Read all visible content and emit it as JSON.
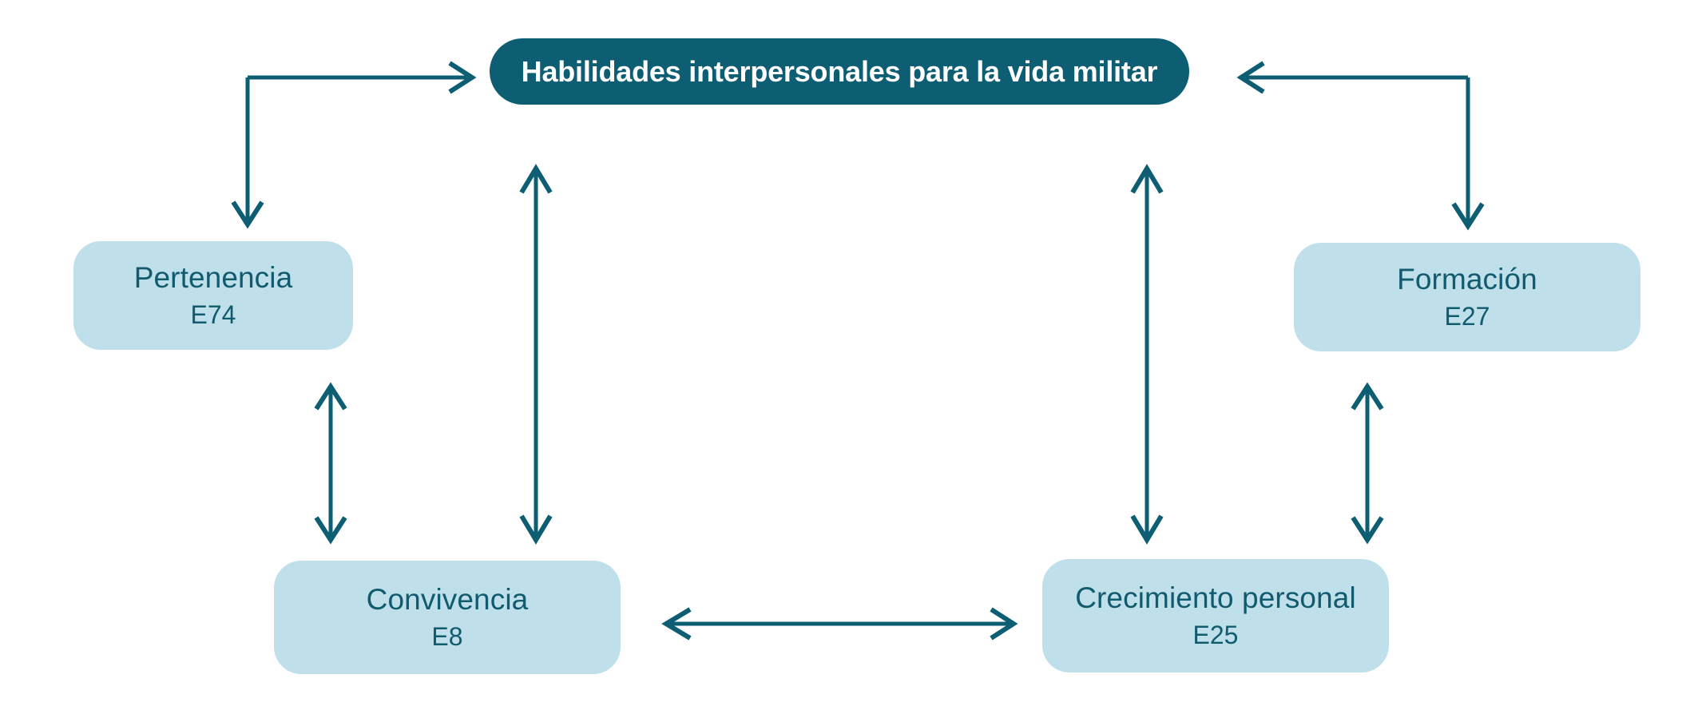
{
  "diagram": {
    "type": "concept-map",
    "background_color": "#ffffff",
    "accent_color": "#0e5e73",
    "node_fill_color": "#bfe0ea",
    "node_text_color": "#115b6e",
    "root": {
      "label": "Habilidades interpersonales para la vida militar",
      "code": ""
    },
    "nodes": [
      {
        "id": "pertenencia",
        "label": "Pertenencia",
        "code": "E74"
      },
      {
        "id": "formacion",
        "label": "Formación",
        "code": "E27"
      },
      {
        "id": "convivencia",
        "label": "Convivencia",
        "code": "E8"
      },
      {
        "id": "crecimiento",
        "label": "Crecimiento personal",
        "code": "E25"
      }
    ],
    "connectors": [
      {
        "id": "root-pertenencia",
        "from": "pertenencia",
        "to": "root",
        "style": "elbow",
        "heads": "both"
      },
      {
        "id": "root-formacion",
        "from": "formacion",
        "to": "root",
        "style": "elbow",
        "heads": "both"
      },
      {
        "id": "root-convivencia",
        "from": "convivencia",
        "to": "root",
        "style": "straight-vertical",
        "heads": "both"
      },
      {
        "id": "root-crecimiento",
        "from": "crecimiento",
        "to": "root",
        "style": "straight-vertical",
        "heads": "both"
      },
      {
        "id": "pertenencia-convivencia",
        "from": "pertenencia",
        "to": "convivencia",
        "style": "straight-vertical",
        "heads": "both"
      },
      {
        "id": "formacion-crecimiento",
        "from": "formacion",
        "to": "crecimiento",
        "style": "straight-vertical",
        "heads": "both"
      },
      {
        "id": "convivencia-crecimiento",
        "from": "convivencia",
        "to": "crecimiento",
        "style": "straight-horizontal",
        "heads": "both"
      }
    ]
  }
}
